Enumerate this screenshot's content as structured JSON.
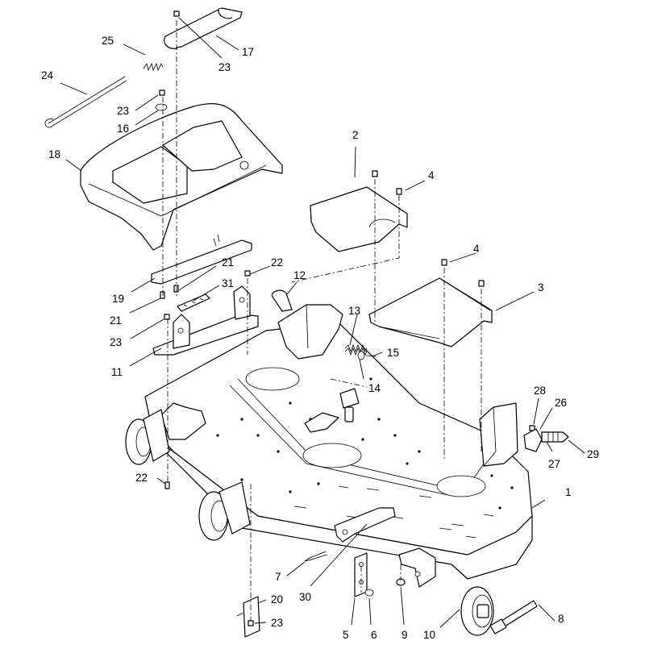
{
  "callouts": [
    {
      "id": "c1",
      "label": "1"
    },
    {
      "id": "c2",
      "label": "2"
    },
    {
      "id": "c3",
      "label": "3"
    },
    {
      "id": "c4a",
      "label": "4"
    },
    {
      "id": "c4b",
      "label": "4"
    },
    {
      "id": "c5",
      "label": "5"
    },
    {
      "id": "c6",
      "label": "6"
    },
    {
      "id": "c7",
      "label": "7"
    },
    {
      "id": "c8",
      "label": "8"
    },
    {
      "id": "c9",
      "label": "9"
    },
    {
      "id": "c10",
      "label": "10"
    },
    {
      "id": "c11",
      "label": "11"
    },
    {
      "id": "c12",
      "label": "12"
    },
    {
      "id": "c13",
      "label": "13"
    },
    {
      "id": "c14",
      "label": "14"
    },
    {
      "id": "c15",
      "label": "15"
    },
    {
      "id": "c16",
      "label": "16"
    },
    {
      "id": "c17",
      "label": "17"
    },
    {
      "id": "c18",
      "label": "18"
    },
    {
      "id": "c19",
      "label": "19"
    },
    {
      "id": "c20",
      "label": "20"
    },
    {
      "id": "c21a",
      "label": "21"
    },
    {
      "id": "c21b",
      "label": "21"
    },
    {
      "id": "c22a",
      "label": "22"
    },
    {
      "id": "c22b",
      "label": "22"
    },
    {
      "id": "c23a",
      "label": "23"
    },
    {
      "id": "c23b",
      "label": "23"
    },
    {
      "id": "c23c",
      "label": "23"
    },
    {
      "id": "c23d",
      "label": "23"
    },
    {
      "id": "c24",
      "label": "24"
    },
    {
      "id": "c25",
      "label": "25"
    },
    {
      "id": "c26",
      "label": "26"
    },
    {
      "id": "c27",
      "label": "27"
    },
    {
      "id": "c28",
      "label": "28"
    },
    {
      "id": "c29",
      "label": "29"
    },
    {
      "id": "c30",
      "label": "30"
    },
    {
      "id": "c31",
      "label": "31"
    }
  ]
}
